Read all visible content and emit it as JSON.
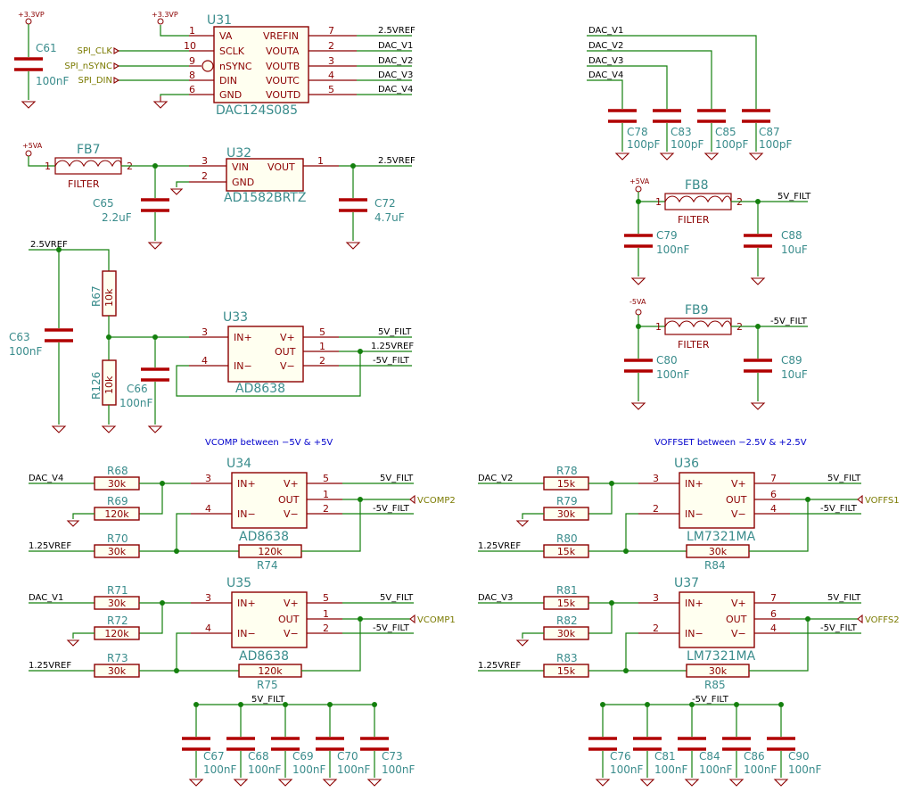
{
  "power": {
    "p3v3": "+3.3VP",
    "p5va": "+5VA",
    "m5va": "-5VA"
  },
  "nets": {
    "ref25": "2.5VREF",
    "ref125": "1.25VREF",
    "v5f": "5V_FILT",
    "m5f": "-5V_FILT",
    "dac_v1": "DAC_V1",
    "dac_v2": "DAC_V2",
    "dac_v3": "DAC_V3",
    "dac_v4": "DAC_V4"
  },
  "globals": {
    "spi_clk": "SPI_CLK",
    "spi_nsync": "SPI_nSYNC",
    "spi_din": "SPI_DIN",
    "vcomp2": "VCOMP2",
    "vcomp1": "VCOMP1",
    "voffs1": "VOFFS1",
    "voffs2": "VOFFS2"
  },
  "notes": {
    "vcomp": "VCOMP between −5V & +5V",
    "voffset": "VOFFSET between −2.5V & +2.5V"
  },
  "u31": {
    "ref": "U31",
    "value": "DAC124S085",
    "left": [
      {
        "num": "1",
        "name": "VA"
      },
      {
        "num": "10",
        "name": "SCLK"
      },
      {
        "num": "9",
        "name": "nSYNC"
      },
      {
        "num": "8",
        "name": "DIN"
      },
      {
        "num": "6",
        "name": "GND"
      }
    ],
    "right": [
      {
        "num": "7",
        "name": "VREFIN"
      },
      {
        "num": "2",
        "name": "VOUTA"
      },
      {
        "num": "3",
        "name": "VOUTB"
      },
      {
        "num": "4",
        "name": "VOUTC"
      },
      {
        "num": "5",
        "name": "VOUTD"
      }
    ]
  },
  "u32": {
    "ref": "U32",
    "value": "AD1582BRTZ",
    "pins": {
      "vin": "VIN",
      "gnd": "GND",
      "vout": "VOUT"
    },
    "nums": {
      "vin": "3",
      "gnd": "2",
      "vout": "1"
    }
  },
  "amp_ad": {
    "inp": "IN+",
    "inn": "IN−",
    "vp": "V+",
    "out": "OUT",
    "vn": "V−"
  },
  "u33": {
    "ref": "U33",
    "value": "AD8638",
    "n_inp": "3",
    "n_inn": "4",
    "n_vp": "5",
    "n_out": "1",
    "n_vn": "2"
  },
  "u34": {
    "ref": "U34",
    "value": "AD8638",
    "n_inp": "3",
    "n_inn": "4",
    "n_vp": "5",
    "n_out": "1",
    "n_vn": "2"
  },
  "u35": {
    "ref": "U35",
    "value": "AD8638",
    "n_inp": "3",
    "n_inn": "4",
    "n_vp": "5",
    "n_out": "1",
    "n_vn": "2"
  },
  "u36": {
    "ref": "U36",
    "value": "LM7321MA",
    "n_inp": "3",
    "n_inn": "2",
    "n_vp": "7",
    "n_out": "6",
    "n_vn": "4"
  },
  "u37": {
    "ref": "U37",
    "value": "LM7321MA",
    "n_inp": "3",
    "n_inn": "2",
    "n_vp": "7",
    "n_out": "6",
    "n_vn": "4"
  },
  "fb7": {
    "ref": "FB7",
    "value": "FILTER",
    "p1": "1",
    "p2": "2"
  },
  "fb8": {
    "ref": "FB8",
    "value": "FILTER",
    "p1": "1",
    "p2": "2"
  },
  "fb9": {
    "ref": "FB9",
    "value": "FILTER",
    "p1": "1",
    "p2": "2"
  },
  "caps": {
    "c61": {
      "ref": "C61",
      "value": "100nF"
    },
    "c65": {
      "ref": "C65",
      "value": "2.2uF"
    },
    "c72": {
      "ref": "C72",
      "value": "4.7uF"
    },
    "c63": {
      "ref": "C63",
      "value": "100nF"
    },
    "c66": {
      "ref": "C66",
      "value": "100nF"
    },
    "c78": {
      "ref": "C78",
      "value": "100pF"
    },
    "c83": {
      "ref": "C83",
      "value": "100pF"
    },
    "c85": {
      "ref": "C85",
      "value": "100pF"
    },
    "c87": {
      "ref": "C87",
      "value": "100pF"
    },
    "c79": {
      "ref": "C79",
      "value": "100nF"
    },
    "c88": {
      "ref": "C88",
      "value": "10uF"
    },
    "c80": {
      "ref": "C80",
      "value": "100nF"
    },
    "c89": {
      "ref": "C89",
      "value": "10uF"
    },
    "c67": {
      "ref": "C67",
      "value": "100nF"
    },
    "c68": {
      "ref": "C68",
      "value": "100nF"
    },
    "c69": {
      "ref": "C69",
      "value": "100nF"
    },
    "c70": {
      "ref": "C70",
      "value": "100nF"
    },
    "c73": {
      "ref": "C73",
      "value": "100nF"
    },
    "c76": {
      "ref": "C76",
      "value": "100nF"
    },
    "c81": {
      "ref": "C81",
      "value": "100nF"
    },
    "c84": {
      "ref": "C84",
      "value": "100nF"
    },
    "c86": {
      "ref": "C86",
      "value": "100nF"
    },
    "c90": {
      "ref": "C90",
      "value": "100nF"
    }
  },
  "res": {
    "r67": {
      "ref": "R67",
      "value": "10k"
    },
    "r126": {
      "ref": "R126",
      "value": "10k"
    },
    "r68": {
      "ref": "R68",
      "value": "30k"
    },
    "r69": {
      "ref": "R69",
      "value": "120k"
    },
    "r70": {
      "ref": "R70",
      "value": "30k"
    },
    "r74": {
      "ref": "R74",
      "value": "120k"
    },
    "r71": {
      "ref": "R71",
      "value": "30k"
    },
    "r72": {
      "ref": "R72",
      "value": "120k"
    },
    "r73": {
      "ref": "R73",
      "value": "30k"
    },
    "r75": {
      "ref": "R75",
      "value": "120k"
    },
    "r78": {
      "ref": "R78",
      "value": "15k"
    },
    "r79": {
      "ref": "R79",
      "value": "30k"
    },
    "r80": {
      "ref": "R80",
      "value": "15k"
    },
    "r84": {
      "ref": "R84",
      "value": "30k"
    },
    "r81": {
      "ref": "R81",
      "value": "15k"
    },
    "r82": {
      "ref": "R82",
      "value": "30k"
    },
    "r83": {
      "ref": "R83",
      "value": "15k"
    },
    "r85": {
      "ref": "R85",
      "value": "30k"
    }
  }
}
